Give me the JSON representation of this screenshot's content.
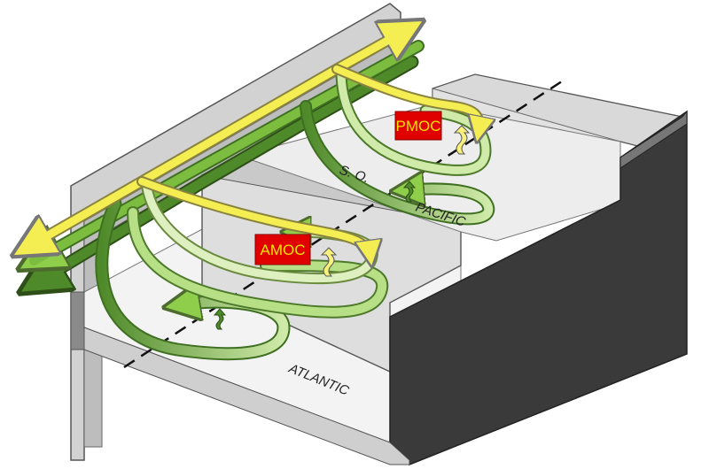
{
  "labels": {
    "amoc": "AMOC",
    "pmoc": "PMOC",
    "atlantic": "ATLANTIC",
    "pacific": "PACIFIC",
    "southern_ocean": "S. O."
  },
  "colors": {
    "box_red": "#e00000",
    "box_text": "#f2e300",
    "surface_flow": "#f4ee52",
    "intermediate_flow": "#8fce4a",
    "deep_flow": "#4f8a2a",
    "light_flow": "#d6efb6",
    "basin_wall_dark": "#3a3a3a",
    "basin_wall_light": "#cfcfcf",
    "basin_floor": "#ededed"
  },
  "icons": [
    "upwelling-arrow-icon",
    "flow-arrowhead-icon",
    "equator-dashed-line"
  ]
}
